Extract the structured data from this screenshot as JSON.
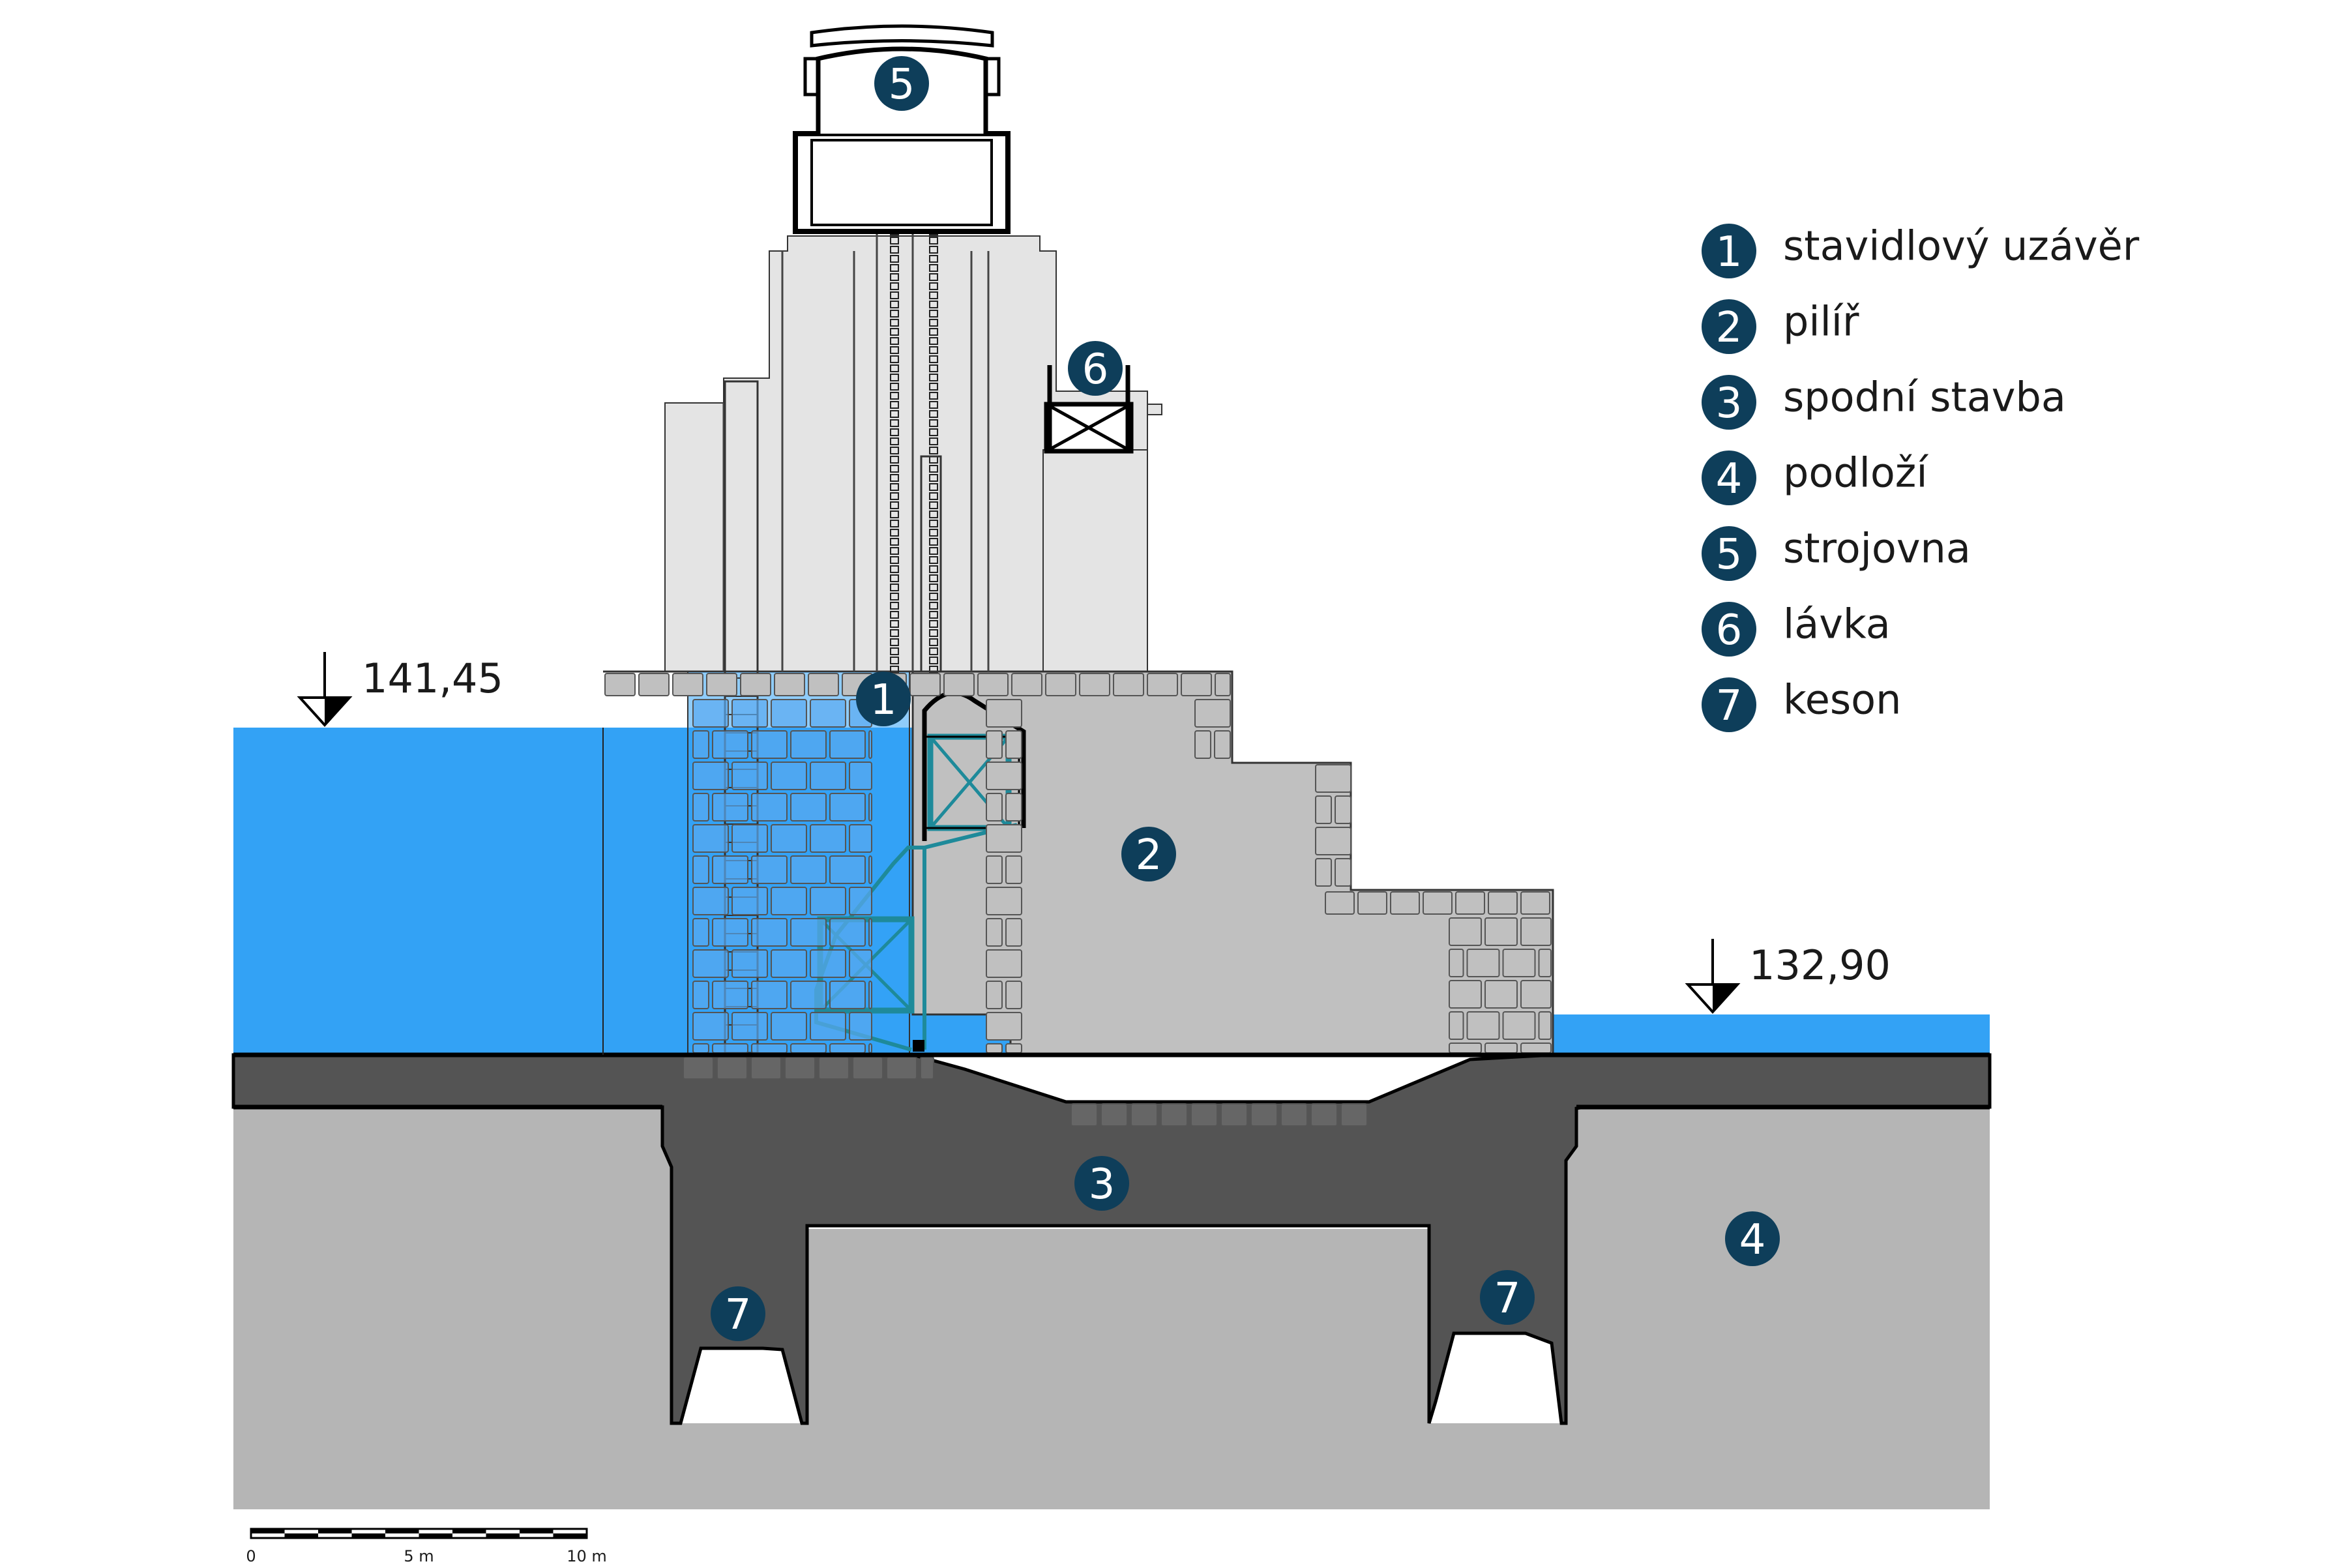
{
  "colors": {
    "water": "#33a2f5",
    "pier": "#c0c0c0",
    "tower": "#e4e4e4",
    "foundation": "#545454",
    "ground": "#b5b5b5",
    "badge": "#0e3e5a",
    "steel": "#1e8a9a",
    "outline": "#000000"
  },
  "water_levels": {
    "upstream": "141,45",
    "downstream": "132,90"
  },
  "legend": [
    {
      "num": "1",
      "label": "stavidlový uzávěr"
    },
    {
      "num": "2",
      "label": "pilíř"
    },
    {
      "num": "3",
      "label": "spodní stavba"
    },
    {
      "num": "4",
      "label": "podloží"
    },
    {
      "num": "5",
      "label": "strojovna"
    },
    {
      "num": "6",
      "label": "lávka"
    },
    {
      "num": "7",
      "label": "keson"
    }
  ],
  "diagram_badges": {
    "gate": "1",
    "pier": "2",
    "substructure": "3",
    "subsoil": "4",
    "machine_room": "5",
    "footbridge": "6",
    "caisson_left": "7",
    "caisson_right": "7"
  },
  "scale_bar": {
    "labels": [
      "0",
      "5 m",
      "10 m"
    ]
  }
}
